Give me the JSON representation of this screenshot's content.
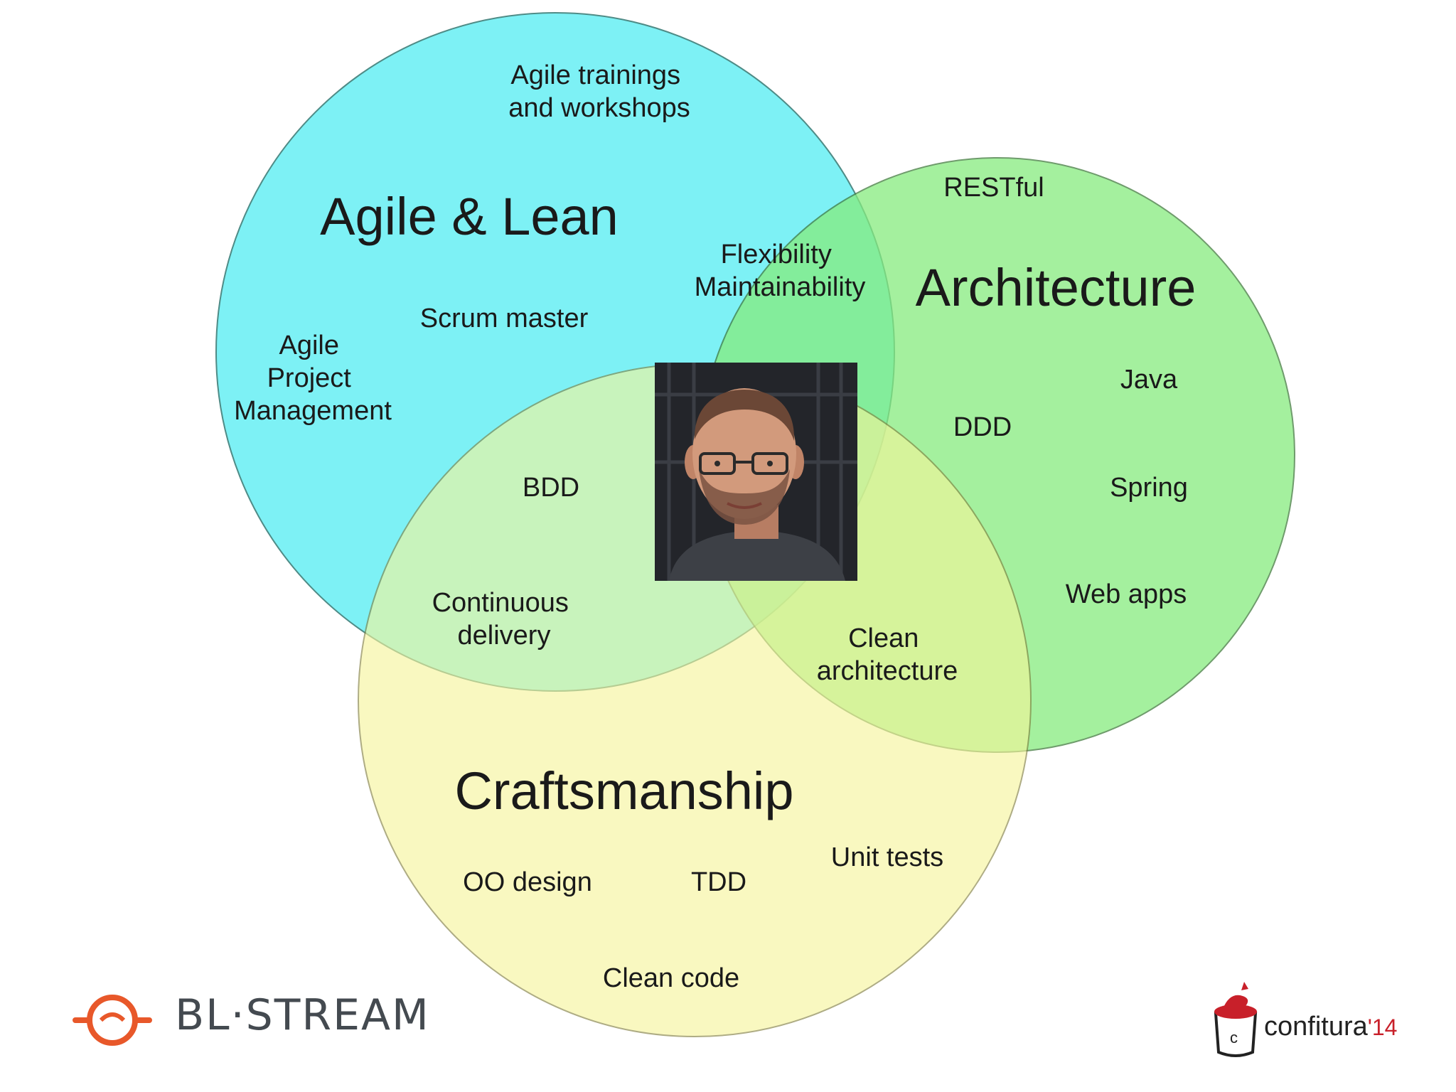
{
  "diagram": {
    "sets": [
      {
        "id": "agile",
        "title": "Agile & Lean",
        "color": "#6ff0f4",
        "items": [
          [
            "Agile trainings",
            "and workshops"
          ],
          [
            "Scrum master"
          ],
          [
            "Agile",
            "Project",
            "Management"
          ]
        ]
      },
      {
        "id": "architecture",
        "title": "Architecture",
        "color": "#86ec7e",
        "items": [
          [
            "RESTful"
          ],
          [
            "Java"
          ],
          [
            "DDD"
          ],
          [
            "Spring"
          ],
          [
            "Web apps"
          ]
        ]
      },
      {
        "id": "craftsmanship",
        "title": "Craftsmanship",
        "color": "#f6f59a",
        "items": [
          [
            "OO design"
          ],
          [
            "TDD"
          ],
          [
            "Unit tests"
          ],
          [
            "Clean code"
          ]
        ]
      }
    ],
    "intersections": [
      {
        "sets": [
          "agile",
          "architecture"
        ],
        "lines": [
          "Flexibility",
          "Maintainability"
        ]
      },
      {
        "sets": [
          "agile",
          "craftsmanship"
        ],
        "lines": [
          "BDD"
        ]
      },
      {
        "sets": [
          "agile",
          "craftsmanship"
        ],
        "lines": [
          "Continuous",
          "delivery"
        ]
      },
      {
        "sets": [
          "architecture",
          "craftsmanship"
        ],
        "lines": [
          "Clean",
          "architecture"
        ]
      }
    ],
    "center": {
      "type": "portrait-photo"
    }
  },
  "logos": {
    "left": {
      "text": "BL·STREAM",
      "color": "#e8582a"
    },
    "right": {
      "text": "confitura",
      "year": "'14",
      "color": "#c8202a"
    }
  }
}
